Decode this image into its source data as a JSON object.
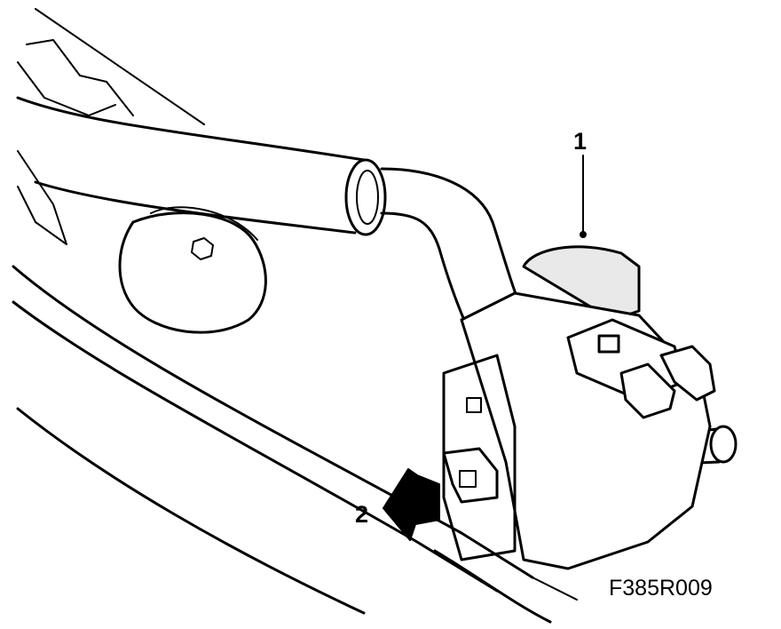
{
  "diagram": {
    "callouts": {
      "part_1": "1",
      "part_2": "2"
    },
    "figure_code": "F385R009",
    "colors": {
      "line": "#000000",
      "background": "#ffffff",
      "shade": "#e9e9e9"
    }
  }
}
